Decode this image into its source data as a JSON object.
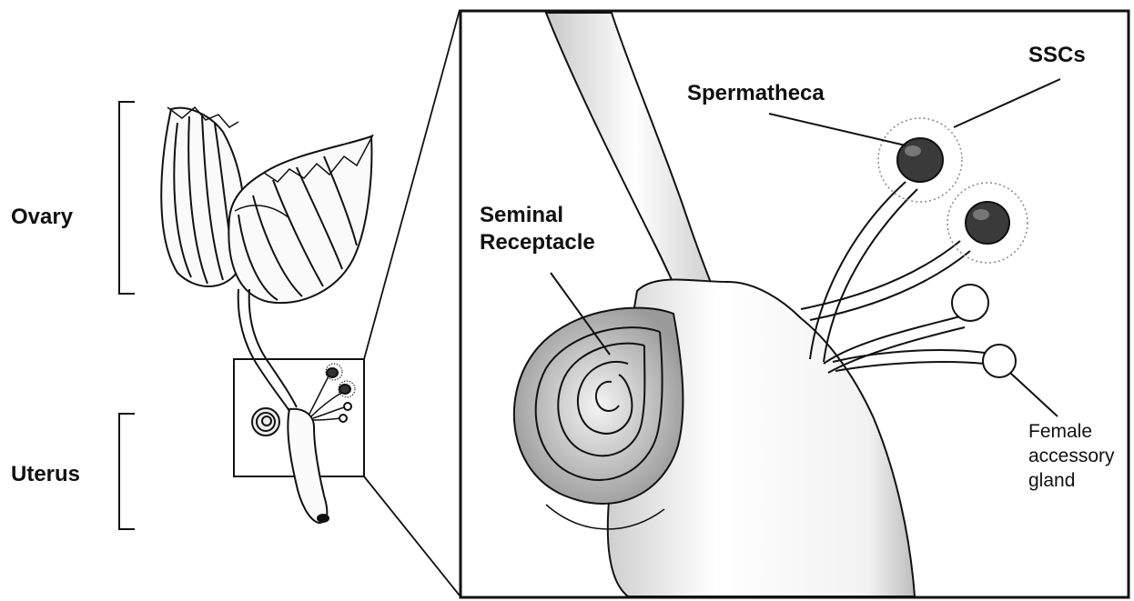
{
  "labels": {
    "ovary": "Ovary",
    "uterus": "Uterus",
    "seminal_receptacle_line1": "Seminal",
    "seminal_receptacle_line2": "Receptacle",
    "spermatheca": "Spermatheca",
    "sscs": "SSCs",
    "female_gland_line1": "Female",
    "female_gland_line2": "accessory",
    "female_gland_line3": "gland"
  },
  "colors": {
    "ink": "#111111",
    "background": "#ffffff",
    "shade": "#d9d9d9",
    "dark_cap": "#3a3a3a"
  }
}
